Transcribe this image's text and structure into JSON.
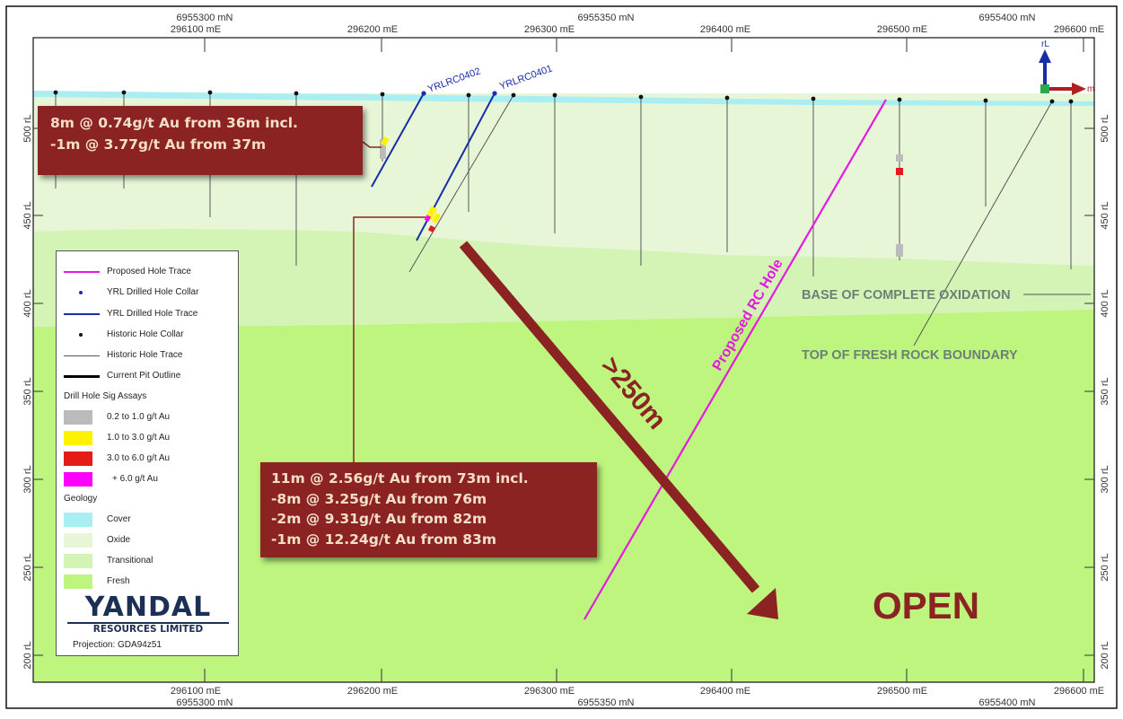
{
  "colors": {
    "cover": "#A9EEF3",
    "oxide": "#E6F6D6",
    "transitional": "#D4F4B6",
    "fresh": "#BDF57E",
    "proposed": "#E41AE0",
    "yrl": "#1A2DA8",
    "historic": "#444444",
    "callout": "#8B2323",
    "callout_text": "#F3DEC8",
    "label_grey": "#6E7F78",
    "assay_low": "#BBBBBB",
    "assay_mid": "#FFF200",
    "assay_high": "#E41B17",
    "assay_top": "#FF00FF"
  },
  "axes": {
    "top_easting": [
      "296100 mE",
      "296200 mE",
      "296300 mE",
      "296400 mE",
      "296500 mE",
      "296600 mE"
    ],
    "top_northing": [
      "6955300 mN",
      "6955350 mN",
      "6955400 mN"
    ],
    "bottom_easting": [
      "296100 mE",
      "296200 mE",
      "296300 mE",
      "296400 mE",
      "296500 mE",
      "296600 mE"
    ],
    "bottom_northing": [
      "6955300 mN",
      "6955350 mN",
      "6955400 mN"
    ],
    "rl_labels": [
      "500 rL",
      "450 rL",
      "400 rL",
      "350 rL",
      "300 rL",
      "250 rL",
      "200 rL"
    ]
  },
  "holes": {
    "yrl_1": "YRLRC0402",
    "yrl_2": "YRLRC0401"
  },
  "labels": {
    "proposed_hole": "Proposed RC Hole",
    "distance": ">250m",
    "open": "OPEN",
    "boco": "BASE OF COMPLETE OXIDATION",
    "tofr": "TOP OF FRESH ROCK BOUNDARY"
  },
  "callout_top": {
    "line1": "8m @ 0.74g/t Au from 36m incl.",
    "line2": "-1m @ 3.77g/t Au from 37m"
  },
  "callout_bottom": {
    "line1": "11m @ 2.56g/t Au from 73m incl.",
    "line2": "-8m @ 3.25g/t Au from 76m",
    "line3": "-2m @ 9.31g/t Au from 82m",
    "line4": "-1m @ 12.24g/t Au from 83m"
  },
  "compass": {
    "up": "rL",
    "east": "m"
  },
  "legend": {
    "proposed_trace": "Proposed Hole Trace",
    "yrl_collar": "YRL Drilled Hole Collar",
    "yrl_trace": "YRL Drilled Hole Trace",
    "hist_collar": "Historic Hole Collar",
    "hist_trace": "Historic Hole Trace",
    "pit": "Current Pit Outline",
    "assays_header": "Drill Hole Sig Assays",
    "assay_1": "0.2 to 1.0 g/t Au",
    "assay_2": "1.0 to 3.0 g/t Au",
    "assay_3": "3.0 to 6.0 g/t Au",
    "assay_4": "+ 6.0 g/t Au",
    "geology_header": "Geology",
    "geo_cover": "Cover",
    "geo_oxide": "Oxide",
    "geo_transitional": "Transitional",
    "geo_fresh": "Fresh",
    "logo_main": "YANDAL",
    "logo_sub": "RESOURCES LIMITED",
    "projection": "Projection: GDA94z51"
  }
}
